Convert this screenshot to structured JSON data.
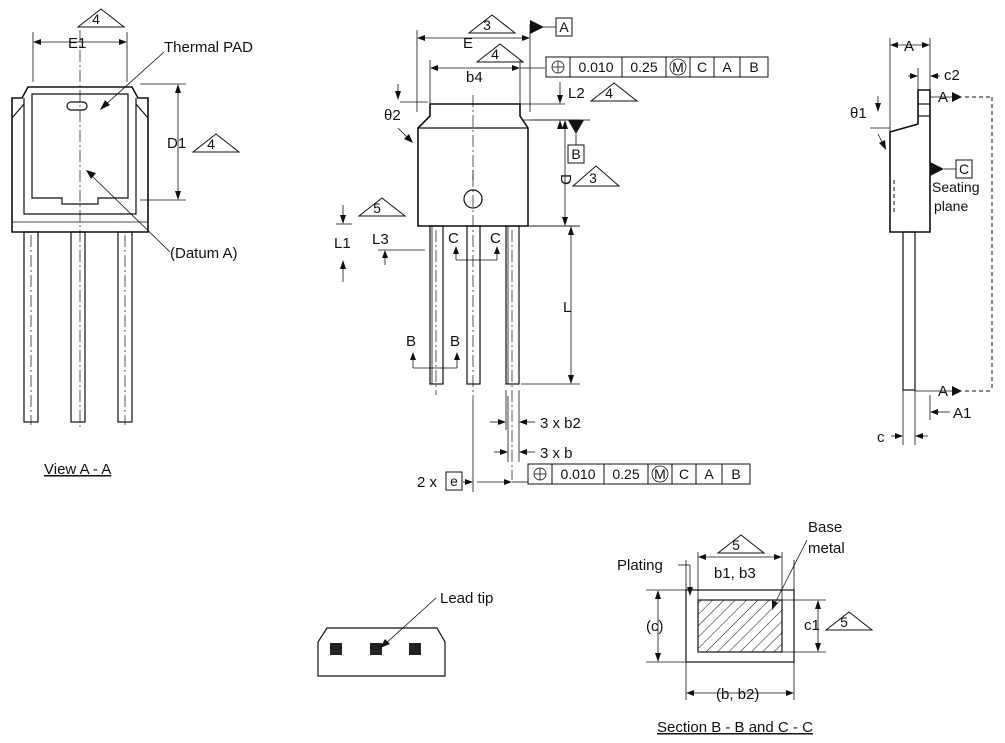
{
  "views": {
    "view_aa": {
      "title": "View A - A",
      "e1": "E1",
      "thermal_pad": "Thermal PAD",
      "d1": "D1",
      "datum_a": "(Datum A)",
      "note4a": "4",
      "note4b": "4"
    },
    "front": {
      "note3a": "3",
      "e": "E",
      "datum_a_flag": "A",
      "note4a": "4",
      "b4": "b4",
      "fcf_top": {
        "val1": "0.010",
        "val2": "0.25",
        "mod": "M",
        "r1": "C",
        "r2": "A",
        "r3": "B"
      },
      "l2": "L2",
      "note4b": "4",
      "theta2": "θ2",
      "datum_b_flag": "B",
      "d": "D",
      "note3b": "3",
      "note5": "5",
      "l1": "L1",
      "l3": "L3",
      "sec_c1": "C",
      "sec_c2": "C",
      "l": "L",
      "sec_b1": "B",
      "sec_b2": "B",
      "b2_label": "3 x b2",
      "b_label": "3 x b",
      "pitch_prefix": "2 x",
      "pitch_e": "e",
      "fcf_bot": {
        "val1": "0.010",
        "val2": "0.25",
        "mod": "M",
        "r1": "C",
        "r2": "A",
        "r3": "B"
      }
    },
    "side": {
      "a": "A",
      "c2": "c2",
      "theta1": "θ1",
      "a_top": "A",
      "datum_c_flag": "C",
      "seating1": "Seating",
      "seating2": "plane",
      "a_bot": "A",
      "a1": "A1",
      "c": "c"
    },
    "lead_tip": {
      "label": "Lead tip"
    },
    "section": {
      "title": "Section B - B and C - C",
      "plating": "Plating",
      "base1": "Base",
      "base2": "metal",
      "note5a": "5",
      "b1b3": "b1, b3",
      "c_paren": "(c)",
      "c1": "c1",
      "note5b": "5",
      "b_b2": "(b, b2)"
    }
  }
}
